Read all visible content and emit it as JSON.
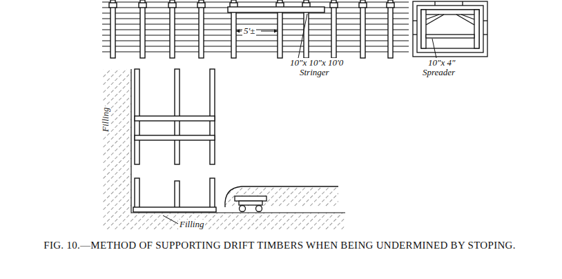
{
  "diagram": {
    "caption": "FIG. 10.—METHOD OF SUPPORTING DRIFT TIMBERS WHEN BEING UNDERMINED BY STOPING.",
    "labels": [
      "5'±",
      "10\"x 10\"x 10'0",
      "Stringer",
      "10\"x 4\"",
      "Spreader",
      "Filling",
      "Filling"
    ]
  }
}
